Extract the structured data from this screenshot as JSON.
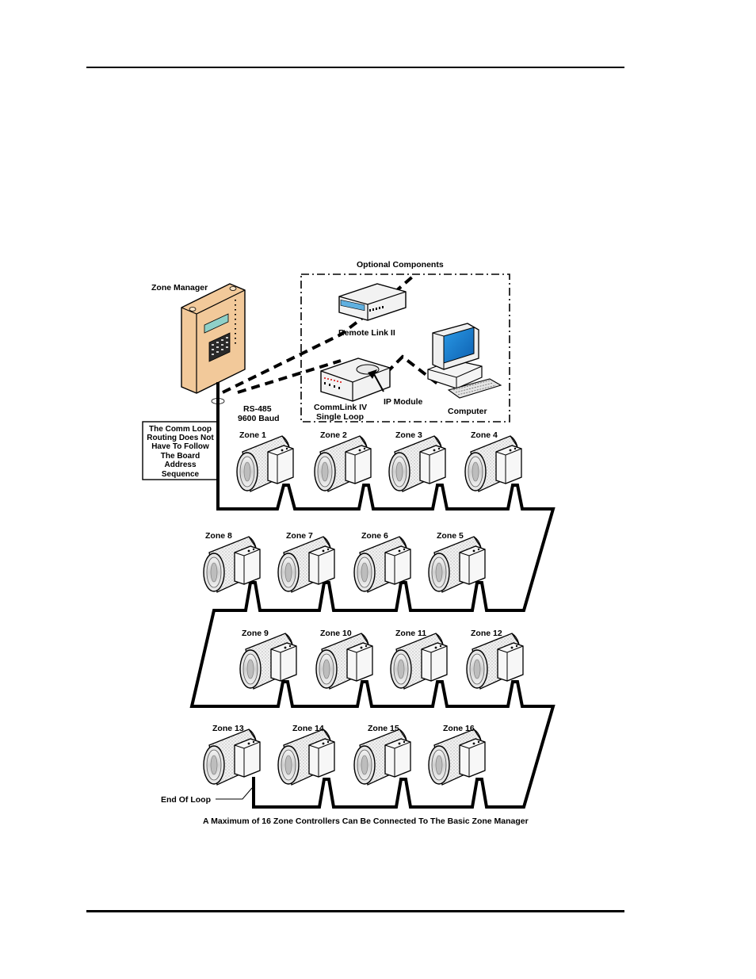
{
  "optional_components_title": "Optional Components",
  "zone_manager": {
    "label": "Zone Manager",
    "box_color": "#f2c99a"
  },
  "remote_link": {
    "label": "Remote Link II"
  },
  "commlink": {
    "label_line1": "CommLink IV",
    "label_line2": "Single Loop"
  },
  "ip_module": {
    "label": "IP Module"
  },
  "computer": {
    "label": "Computer",
    "screen_color": "#1e88d8"
  },
  "rs485": {
    "line1": "RS-485",
    "line2": "9600 Baud"
  },
  "note": {
    "lines": [
      "The Comm Loop",
      "Routing Does Not",
      "Have To Follow",
      "The Board",
      "Address",
      "Sequence"
    ]
  },
  "zones": [
    "Zone 1",
    "Zone 2",
    "Zone 3",
    "Zone 4",
    "Zone 8",
    "Zone 7",
    "Zone 6",
    "Zone 5",
    "Zone 9",
    "Zone 10",
    "Zone 11",
    "Zone 12",
    "Zone 13",
    "Zone 14",
    "Zone 15",
    "Zone 16"
  ],
  "end_of_loop": "End Of Loop",
  "caption": "A Maximum of 16 Zone Controllers Can Be Connected To The Basic Zone Manager"
}
